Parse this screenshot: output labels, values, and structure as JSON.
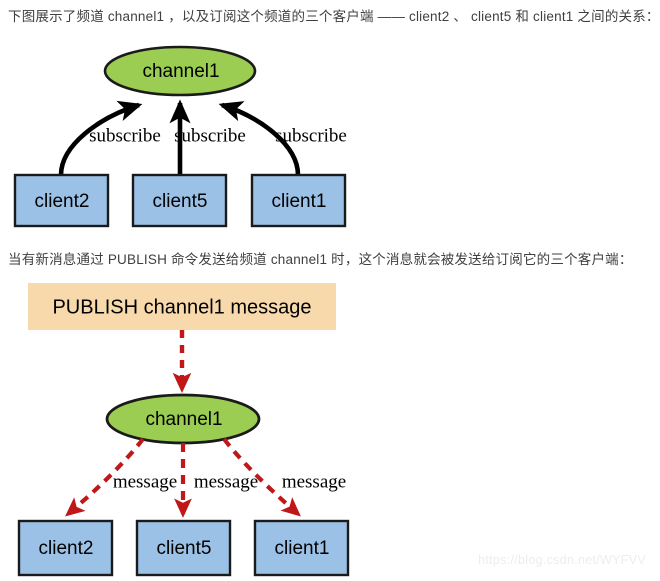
{
  "page": {
    "intro_text": "下图展示了频道 channel1 ，以及订阅这个频道的三个客户端 —— client2 、 client5 和 client1 之间的关系：",
    "publish_text": "当有新消息通过 PUBLISH 命令发送给频道 channel1 时，这个消息就会被发送给订阅它的三个客户端：",
    "watermark": "https://blog.csdn.net/WYFVV"
  },
  "colors": {
    "channel_fill": "#9ACD52",
    "client_fill": "#9BC2E6",
    "command_fill": "#F7D9AC",
    "stroke_dark": "#1a1a1a",
    "arrow_red": "#C01818",
    "text": "#000000",
    "prose_text": "#3f3f3f",
    "watermark": "#ededed"
  },
  "diagram_subscribe": {
    "channel": {
      "label": "channel1"
    },
    "clients": [
      {
        "label": "client2"
      },
      {
        "label": "client5"
      },
      {
        "label": "client1"
      }
    ],
    "edges": [
      {
        "label": "subscribe",
        "from": "client2",
        "to": "channel1"
      },
      {
        "label": "subscribe",
        "from": "client5",
        "to": "channel1"
      },
      {
        "label": "subscribe",
        "from": "client1",
        "to": "channel1"
      }
    ]
  },
  "diagram_publish": {
    "command": {
      "label": "PUBLISH channel1 message"
    },
    "channel": {
      "label": "channel1"
    },
    "clients": [
      {
        "label": "client2"
      },
      {
        "label": "client5"
      },
      {
        "label": "client1"
      }
    ],
    "edges": [
      {
        "label": "message",
        "from": "channel1",
        "to": "client2"
      },
      {
        "label": "message",
        "from": "channel1",
        "to": "client5"
      },
      {
        "label": "message",
        "from": "channel1",
        "to": "client1"
      }
    ]
  }
}
